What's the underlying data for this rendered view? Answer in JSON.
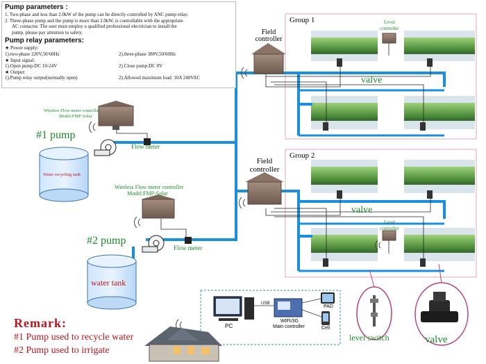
{
  "pump_params": {
    "title": "Pump parameters :",
    "note1": "1. Two-phase and less than 2.0kW of the pump can be directly controlled by ANC pump relay.",
    "note2a": "2. Three-phase pump and the pump is more than 2.0kW, is controllable with the appropriate",
    "note2b": "AC contactor. The user must employ a qualified professional electrician to install the",
    "note2c": "pump, please pay attention to safety."
  },
  "relay_params": {
    "title": "Pump relay parameters:",
    "power_supply": "★ Power supply:",
    "power_a": "1).two-phase 220V,50/60Hz",
    "power_b": "2).three-phase 380V,50/60Hz",
    "input_signal": "★ Input signal:",
    "input_a": "1).Open pump:DC 10-24V",
    "input_b": "2).Close pump:DC 0V",
    "output": "★ Output:",
    "output_a": "1).Pump relay output(normally open)",
    "output_b": "2).Allowed maximum load: 10A 240VAC"
  },
  "labels": {
    "pump1": "#1 pump",
    "pump2": "#2 pump",
    "flow_meter": "Flow meter",
    "wfc_title": "Wireless Flow meter controller",
    "wfc_model1": "Model:FMP-Solar",
    "wfc_model2": "Wireless Flow meter controller",
    "wfc_model2b": "Model:FMP-Solar",
    "tank1": "Water recycling tank",
    "tank2": "water tank",
    "field_controller_a": "Field",
    "field_controller_b": "controller",
    "group1": "Group 1",
    "group2": "Group 2",
    "level_controller_a": "Level",
    "level_controller_b": "controller",
    "valve": "valve",
    "level_switch": "level switch",
    "pc": "PC",
    "usb": "USB",
    "main_controller_a": "WIFI/3G",
    "main_controller_b": "Main controller",
    "pad": "PAD",
    "cell": "Cell"
  },
  "remark": {
    "title": "Remark:",
    "line1": "#1 Pump used to recycle water",
    "line2": "#2 Pump  used  to  irrigate"
  },
  "colors": {
    "pipe": "#1a8fe0",
    "label_red": "#c0141c",
    "label_green": "#1b8a2a",
    "group_border": "#e3a7b3"
  }
}
